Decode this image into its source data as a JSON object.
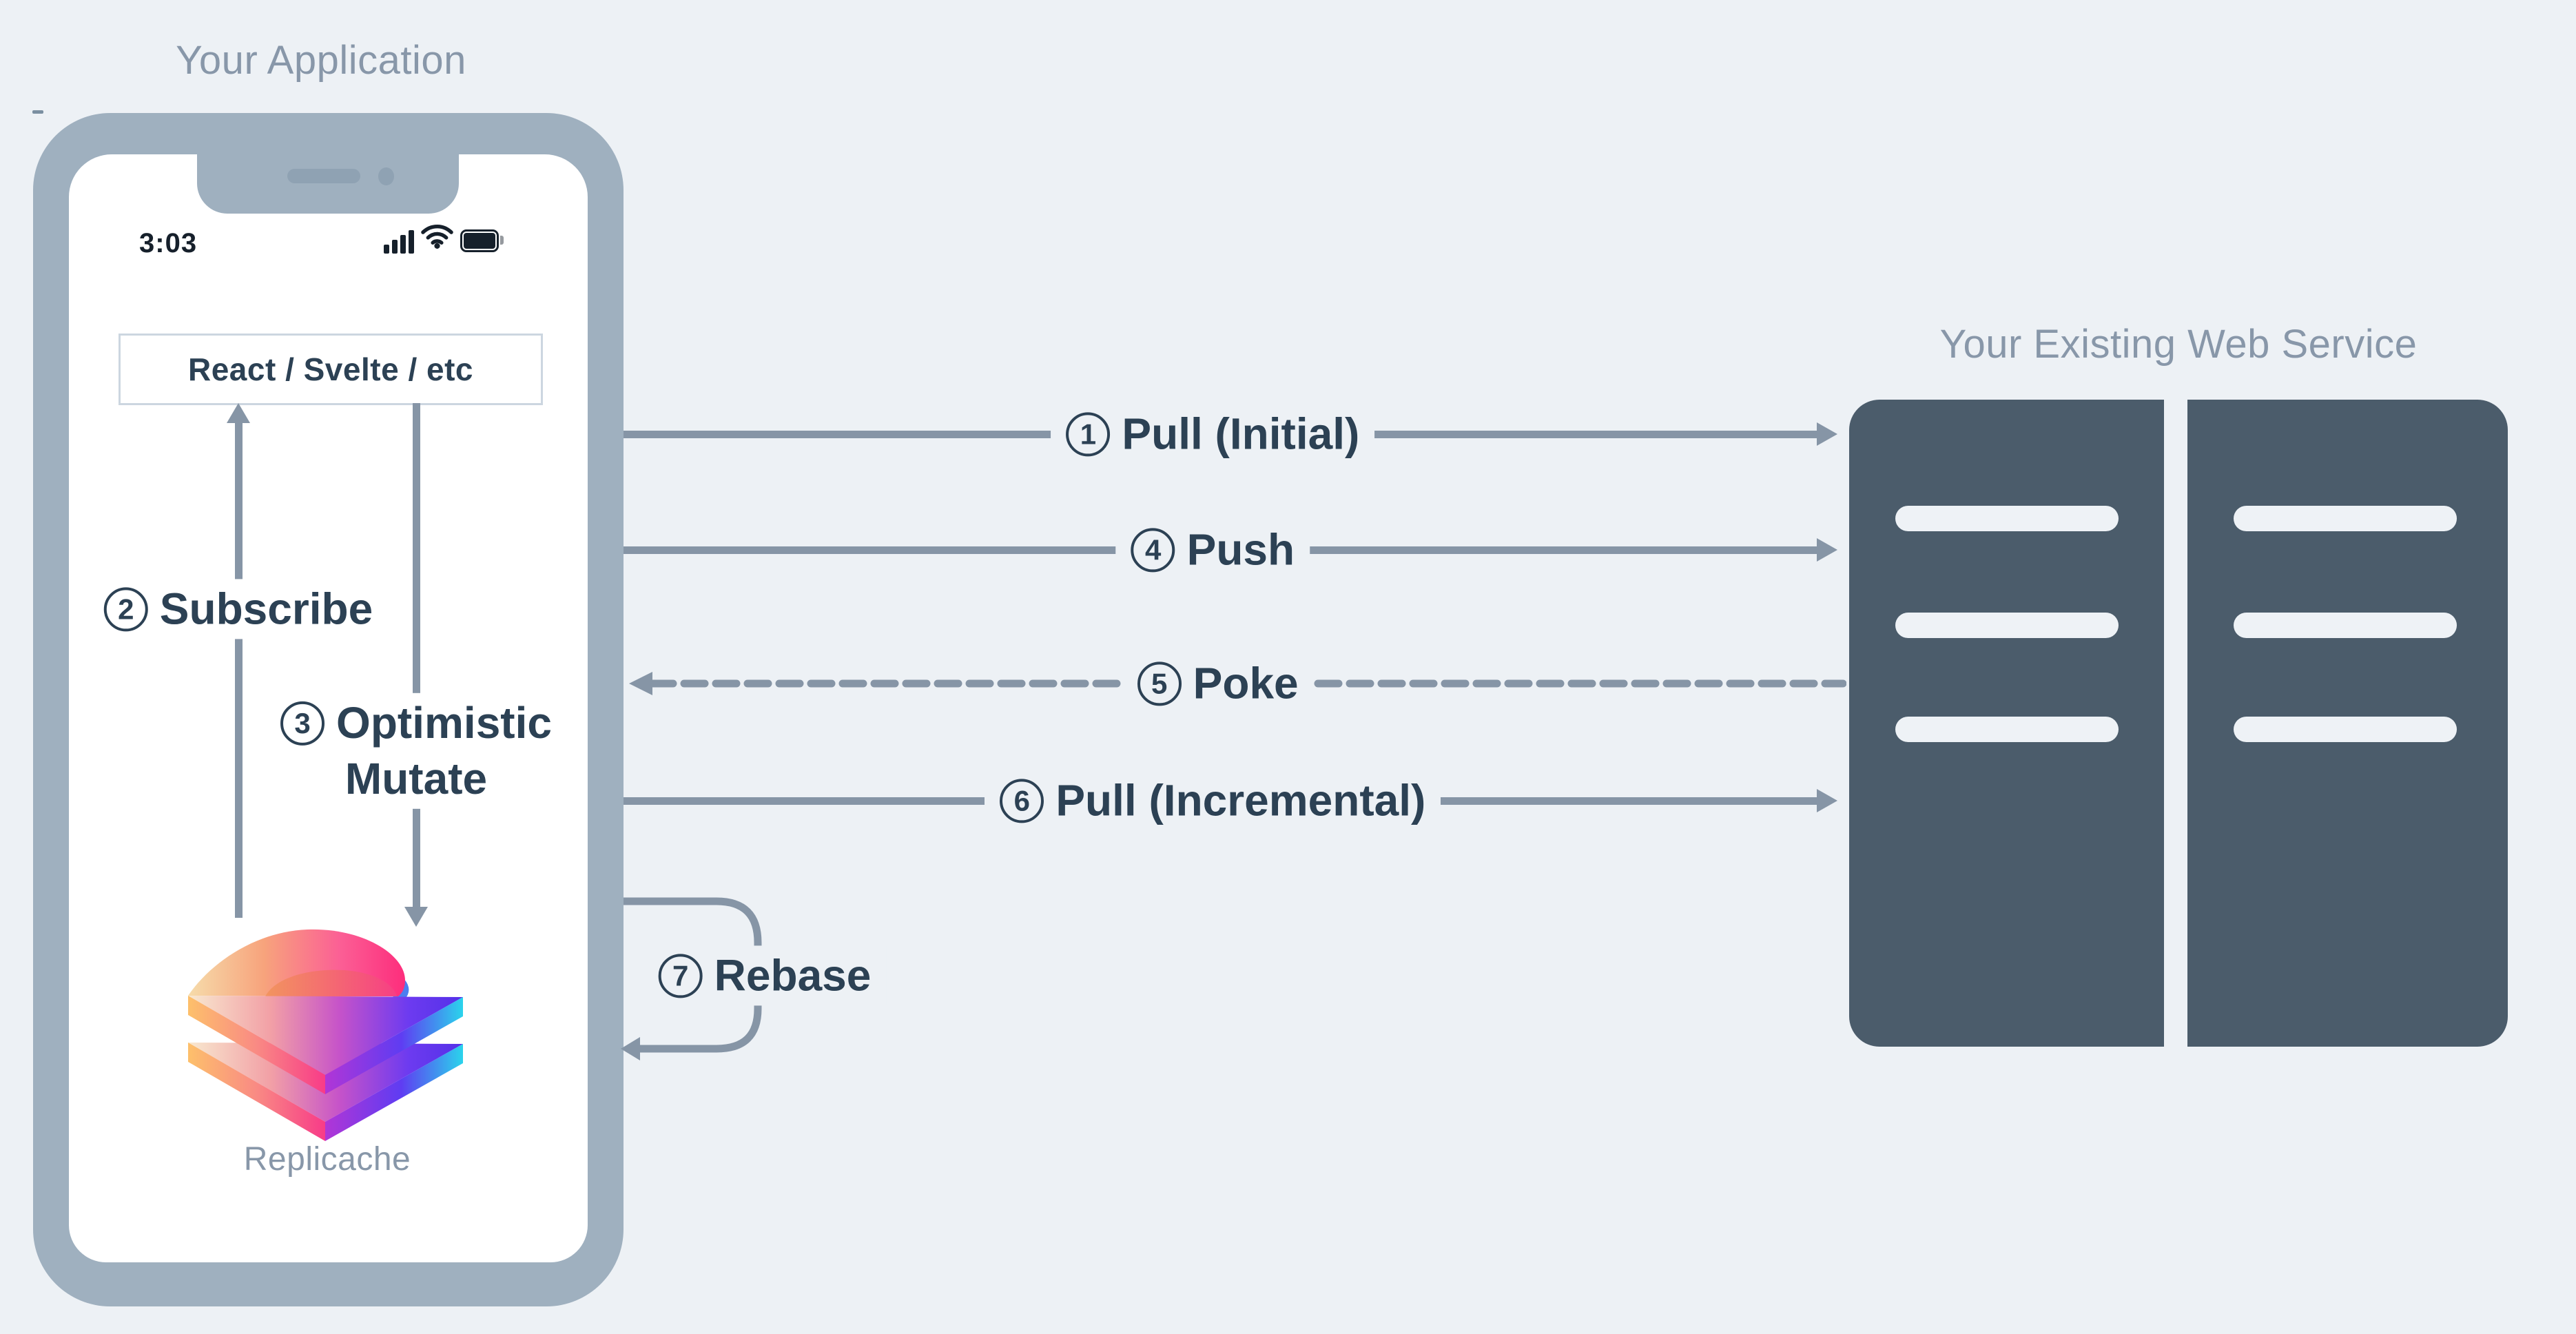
{
  "colors": {
    "background": "#edf1f5",
    "phone_frame": "#9fb0bf",
    "screen": "#ffffff",
    "heading_text": "#8897a9",
    "label_text": "#2c4154",
    "arrow": "#8695a6",
    "server_fill": "#4b5c6b",
    "server_bar": "#eef2f6",
    "box_border": "#ccd6e0",
    "status_bar_icon": "#16202b"
  },
  "phone": {
    "title": "Your Application",
    "status_time": "3:03",
    "framework_box": "React / Svelte / etc",
    "logo_label": "Replicache"
  },
  "service": {
    "title": "Your Existing Web Service",
    "server_count": 2,
    "bars_per_server": 3
  },
  "flows": [
    {
      "num": "1",
      "label": "Pull (Initial)",
      "direction": "app-to-service",
      "style": "solid"
    },
    {
      "num": "2",
      "label": "Subscribe",
      "direction": "up",
      "style": "solid"
    },
    {
      "num": "3",
      "label": "Optimistic",
      "label2": "Mutate",
      "direction": "down",
      "style": "solid"
    },
    {
      "num": "4",
      "label": "Push",
      "direction": "app-to-service",
      "style": "solid"
    },
    {
      "num": "5",
      "label": "Poke",
      "direction": "service-to-app",
      "style": "dashed"
    },
    {
      "num": "6",
      "label": "Pull (Incremental)",
      "direction": "app-to-service",
      "style": "solid"
    },
    {
      "num": "7",
      "label": "Rebase",
      "direction": "loop",
      "style": "solid"
    }
  ]
}
